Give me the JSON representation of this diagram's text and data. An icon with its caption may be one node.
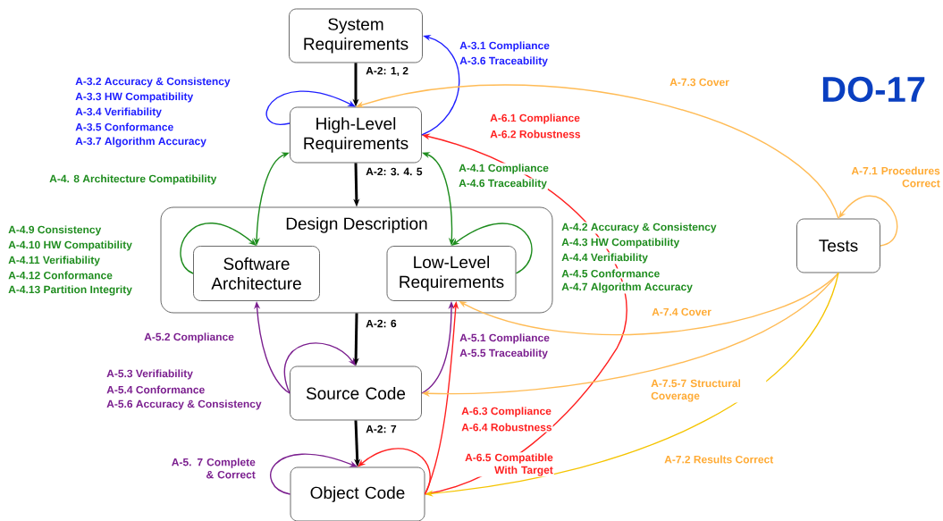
{
  "diagram": {
    "title": "DO-17",
    "nodes": [
      {
        "text": [
          "System Requirements"
        ]
      },
      {
        "text": [
          "High-Level Requirements"
        ]
      },
      {
        "text": [
          "Design Description"
        ]
      },
      {
        "text": [
          "Software Architecture"
        ],
        "in": 2
      },
      {
        "text": [
          "Low-Level Requirements"
        ],
        "in": 2
      },
      {
        "text": [
          "Source Code"
        ]
      },
      {
        "text": [
          "Object Code"
        ]
      },
      {
        "text": [
          "Tests"
        ]
      }
    ],
    "edges": [
      {
        "from": 0,
        "to": 1,
        "arrow": "to",
        "label": "A-2: 1, 2",
        "style": "thick",
        "color": "#000000"
      },
      {
        "from": 1,
        "to": 2,
        "arrow": "to",
        "label": "A-2: 3. 4. 5",
        "style": "thick",
        "color": "#000000"
      },
      {
        "from": 2,
        "to": 5,
        "arrow": "to",
        "label": "A-2: 6",
        "style": "thick",
        "color": "#000000"
      },
      {
        "from": 5,
        "to": 6,
        "arrow": "to",
        "label": "A-2: 7",
        "style": "thick",
        "color": "#000000"
      },
      {
        "from": 1,
        "to": 0,
        "arrow": "to",
        "color": "#1f1fff"
      },
      {
        "from": 1,
        "to": 1,
        "arrow": "to",
        "color": "#1f1fff"
      },
      {
        "from": 1,
        "to": 3,
        "arrow": "both",
        "color": "#1e8c1e"
      },
      {
        "from": 1,
        "to": 4,
        "arrow": "both",
        "color": "#1e8c1e"
      },
      {
        "from": 3,
        "to": 3,
        "arrow": "to",
        "color": "#1e8c1e"
      },
      {
        "from": 4,
        "to": 4,
        "arrow": "to",
        "color": "#1e8c1e"
      },
      {
        "from": 5,
        "to": 3,
        "arrow": "to",
        "color": "#7b1f8f"
      },
      {
        "from": 5,
        "to": 5,
        "arrow": "to",
        "color": "#7b1f8f"
      },
      {
        "from": 5,
        "to": 4,
        "arrow": "to",
        "color": "#7b1f8f"
      },
      {
        "from": 6,
        "to": 6,
        "arrow": "to",
        "color": "#7b1f8f"
      },
      {
        "from": 6,
        "to": 1,
        "arrow": "to",
        "color": "#ff2020"
      },
      {
        "from": 6,
        "to": 4,
        "arrow": "to",
        "color": "#ff2020"
      },
      {
        "from": 6,
        "to": 6,
        "arrow": "to",
        "color": "#ff2020"
      },
      {
        "from": 7,
        "to": 1,
        "arrow": "to",
        "color": "#ffbb55"
      },
      {
        "from": 7,
        "to": 7,
        "arrow": "to",
        "color": "#ffbb55"
      },
      {
        "from": 7,
        "to": 4,
        "arrow": "to",
        "color": "#ffbb55"
      },
      {
        "from": 7,
        "to": 5,
        "arrow": "to",
        "color": "#ffbb55"
      },
      {
        "from": 7,
        "to": 6,
        "arrow": "to",
        "color": "#f5c400"
      }
    ],
    "labels": [
      "A-3.1 Compliance",
      "A-3.6 Traceability",
      "A-3.2 Accuracy & Consistency",
      "A-3.3 HW Compatibility",
      "A-3.4 Verifiability",
      "A-3.5 Conformance",
      "A-3.7 Algorithm Accuracy",
      "A-7.3 Cover",
      "A-6.1 Compliance",
      "A-6.2 Robustness",
      "A-7.1 Procedures Correct",
      "A-4. 8 Architecture Compatibility",
      "A-4.1 Compliance",
      "A-4.6 Traceability",
      "A-4.9 Consistency",
      "A-4.10 HW Compatibility",
      "A-4.11 Verifiability",
      "A-4.12 Conformance",
      "A-4.13 Partition Integrity",
      "A-4.2 Accuracy & Consistency",
      "A-4.3 HW Compatibility",
      "A-4.4 Verifiability",
      "A-4.5 Conformance",
      "A-4.7 Algorithm Accuracy",
      "A-7.4 Cover",
      "A-5.2 Compliance",
      "A-5.1 Compliance",
      "A-5.5 Traceability",
      "A-5.3  Verifiability",
      "A-5.4 Conformance",
      "A-5.6 Accuracy & Consistency",
      "A-7.5-7 Structural Coverage",
      "A-6.3 Compliance",
      "A-6.4 Robustness",
      "A-5. 7 Complete & Correct",
      "A-6.5 Compatible With Target",
      "A-7.2 Results Correct"
    ]
  }
}
